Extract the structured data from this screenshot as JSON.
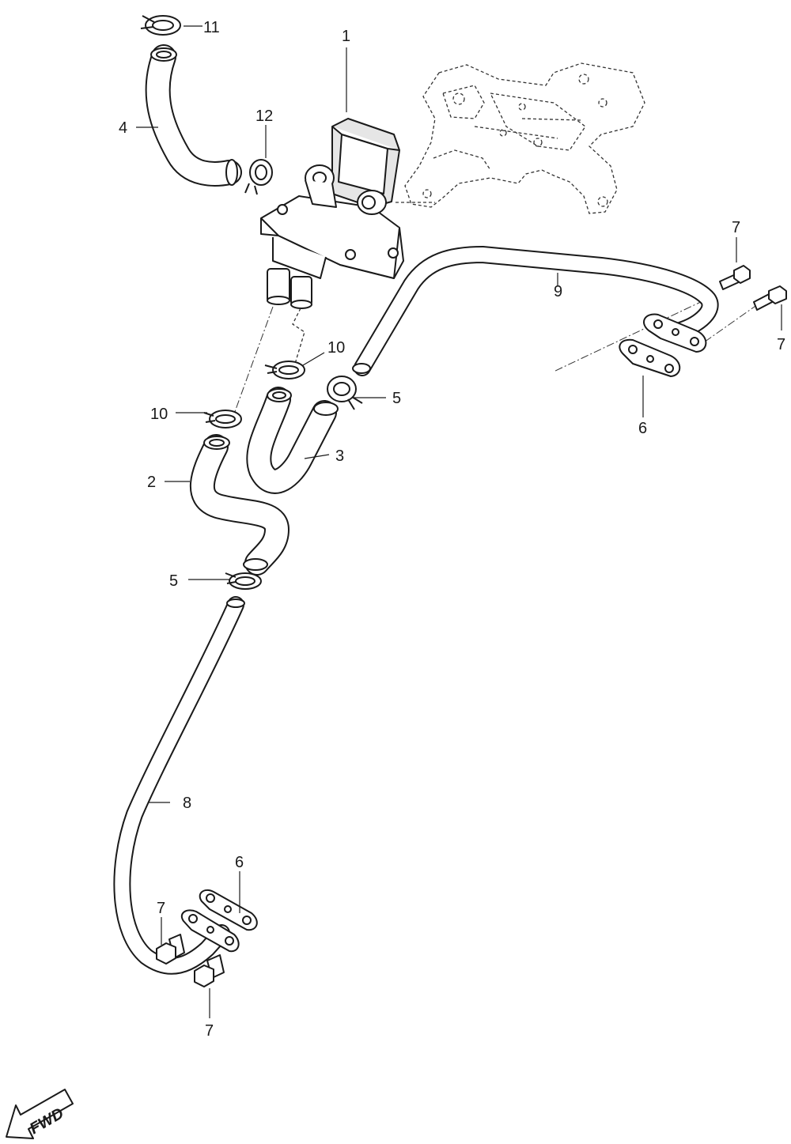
{
  "diagram": {
    "callouts": [
      {
        "id": "c1",
        "label": "1"
      },
      {
        "id": "c2",
        "label": "2"
      },
      {
        "id": "c3",
        "label": "3"
      },
      {
        "id": "c4",
        "label": "4"
      },
      {
        "id": "c5a",
        "label": "5"
      },
      {
        "id": "c5b",
        "label": "5"
      },
      {
        "id": "c6a",
        "label": "6"
      },
      {
        "id": "c6b",
        "label": "6"
      },
      {
        "id": "c7a",
        "label": "7"
      },
      {
        "id": "c7b",
        "label": "7"
      },
      {
        "id": "c7c",
        "label": "7"
      },
      {
        "id": "c7d",
        "label": "7"
      },
      {
        "id": "c8",
        "label": "8"
      },
      {
        "id": "c9",
        "label": "9"
      },
      {
        "id": "c10a",
        "label": "10"
      },
      {
        "id": "c10b",
        "label": "10"
      },
      {
        "id": "c11",
        "label": "11"
      },
      {
        "id": "c12",
        "label": "12"
      }
    ],
    "fwd_label": "FWD",
    "colors": {
      "line": "#1a1a1a",
      "shade": "#e6e6e6",
      "background": "#ffffff"
    }
  }
}
